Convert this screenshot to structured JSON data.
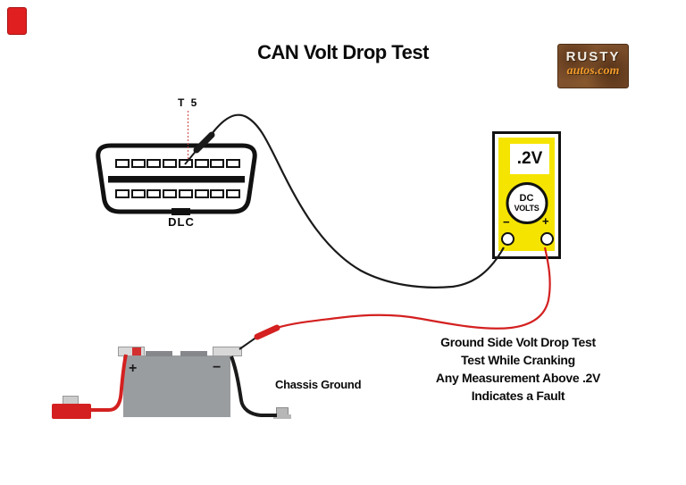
{
  "title": "CAN Volt Drop Test",
  "logo": {
    "line1": "RUSTY",
    "line2": "autos.com"
  },
  "dlc": {
    "pin_label": "T 5",
    "name": "DLC"
  },
  "meter": {
    "display": ".2V",
    "dial_line1": "DC",
    "dial_line2": "VOLTS",
    "neg_label": "−",
    "pos_label": "+"
  },
  "battery": {
    "pos_label": "+",
    "neg_label": "−"
  },
  "chassis_ground_label": "Chassis Ground",
  "instructions": {
    "line1": "Ground Side Volt Drop Test",
    "line2": "Test While Cranking",
    "line3": "Any Measurement Above .2V",
    "line4": "Indicates a Fault"
  },
  "colors": {
    "wire_red": "#d42020",
    "wire_black": "#1a1a1a",
    "meter_yellow": "#f5e400",
    "battery_gray": "#9a9da0",
    "logo_brown": "#7a4a28",
    "logo_orange": "#f09a2b",
    "probe_dotted_red": "#cc4444"
  }
}
